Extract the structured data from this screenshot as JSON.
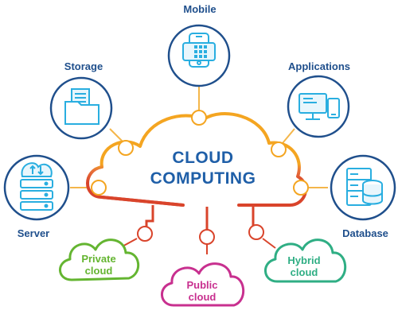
{
  "title": {
    "line1": "CLOUD",
    "line2": "COMPUTING"
  },
  "nodes": {
    "mobile": "Mobile",
    "storage": "Storage",
    "applications": "Applications",
    "server": "Server",
    "database": "Database"
  },
  "clouds": {
    "private": {
      "line1": "Private",
      "line2": "cloud"
    },
    "public": {
      "line1": "Public",
      "line2": "cloud"
    },
    "hybrid": {
      "line1": "Hybrid",
      "line2": "cloud"
    }
  },
  "colors": {
    "circle_border": "#1f4f8c",
    "icon": "#29aee0",
    "cloud_outline_top": "#f4a521",
    "cloud_outline_bottom": "#d9442b",
    "private": "#64b531",
    "public": "#c8308f",
    "hybrid": "#2fae84"
  }
}
